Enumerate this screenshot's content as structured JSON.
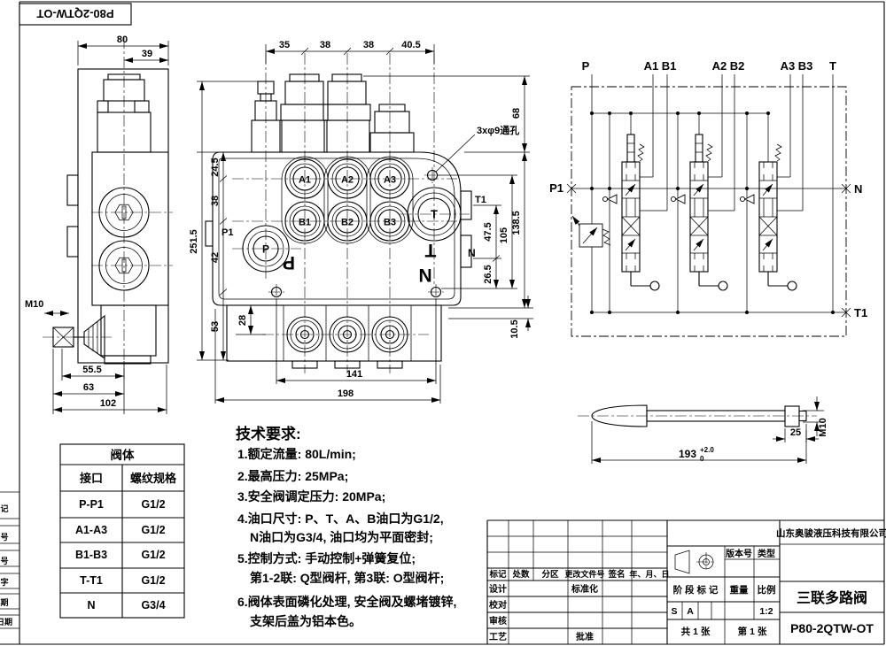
{
  "sheet": {
    "frame_label": "P80-2QTW-OT",
    "edge_strip": [
      "记",
      "号",
      "号",
      "字",
      "期",
      "日期"
    ]
  },
  "side_view": {
    "dim_80": "80",
    "dim_39": "39",
    "thread": "M10",
    "dim_55_5": "55.5",
    "dim_63": "63",
    "dim_102": "102"
  },
  "front_view": {
    "dim_35": "35",
    "dim_38a": "38",
    "dim_38b": "38",
    "dim_40_5": "40.5",
    "dim_251_5": "251.5",
    "dim_24_5": "24.5",
    "dim_38c": "38",
    "dim_42": "42",
    "dim_53": "53",
    "dim_28": "28",
    "dim_68": "68",
    "dim_138_5": "138.5",
    "dim_105": "105",
    "dim_47_5": "47.5",
    "dim_26_5": "26.5",
    "dim_10_5": "10.5",
    "dim_141": "141",
    "dim_198": "198",
    "ports": {
      "a1": "A1",
      "a2": "A2",
      "a3": "A3",
      "b1": "B1",
      "b2": "B2",
      "b3": "B3",
      "t": "T",
      "p": "P"
    },
    "labels": {
      "p1": "P1",
      "t1": "T1",
      "n": "N",
      "cast_p": "P",
      "cast_t": "T",
      "cast_n": "N"
    },
    "hole_note": "3xφ9通孔"
  },
  "schematic": {
    "top_labels": {
      "p": "P",
      "a1b1": "A1 B1",
      "a2b2": "A2 B2",
      "a3b3": "A3 B3",
      "t": "T"
    },
    "left_label": "P1",
    "n_label": "N",
    "t1_label": "T1"
  },
  "lever": {
    "dim_len": "193",
    "tol_up": "+2.0",
    "tol_dn": "0",
    "dim_25": "25",
    "thread": "M10"
  },
  "spec_table": {
    "title": "阀体",
    "headers": [
      "接口",
      "螺纹规格"
    ],
    "rows": [
      [
        "P-P1",
        "G1/2"
      ],
      [
        "A1-A3",
        "G1/2"
      ],
      [
        "B1-B3",
        "G1/2"
      ],
      [
        "T-T1",
        "G1/2"
      ],
      [
        "N",
        "G3/4"
      ]
    ]
  },
  "tech_req": {
    "title": "技术要求:",
    "lines": [
      "1.额定流量: 80L/min;",
      "2.最高压力: 25MPa;",
      "3.安全阀调定压力: 20MPa;",
      "4.油口尺寸: P、T、A、B油口为G1/2,",
      "N油口为G3/4, 油口均为平面密封;",
      "5.控制方式: 手动控制+弹簧复位;",
      "第1-2联: Q型阀杆, 第3联: O型阀杆;",
      "6.阀体表面磷化处理, 安全阀及螺堵镀锌,",
      "支架后盖为铝本色。"
    ]
  },
  "title_block": {
    "company": "山东奥骏液压科技有限公司",
    "product": "三联多路阀",
    "drawing_no": "P80-2QTW-OT",
    "rev_headers": [
      "标记",
      "处数",
      "分区",
      "更改文件号",
      "签名",
      "年、月、日"
    ],
    "roles": [
      "设计",
      "校对",
      "审核",
      "工艺"
    ],
    "std": "标准化",
    "approve": "批准",
    "stage": "阶 段 标 记",
    "weight": "重量",
    "scale_label": "比例",
    "scale": "1:2",
    "version_label": "版本号",
    "type_label": "类型",
    "s": "S",
    "a": "A",
    "total": "共 1 张",
    "page": "第 1 张"
  }
}
